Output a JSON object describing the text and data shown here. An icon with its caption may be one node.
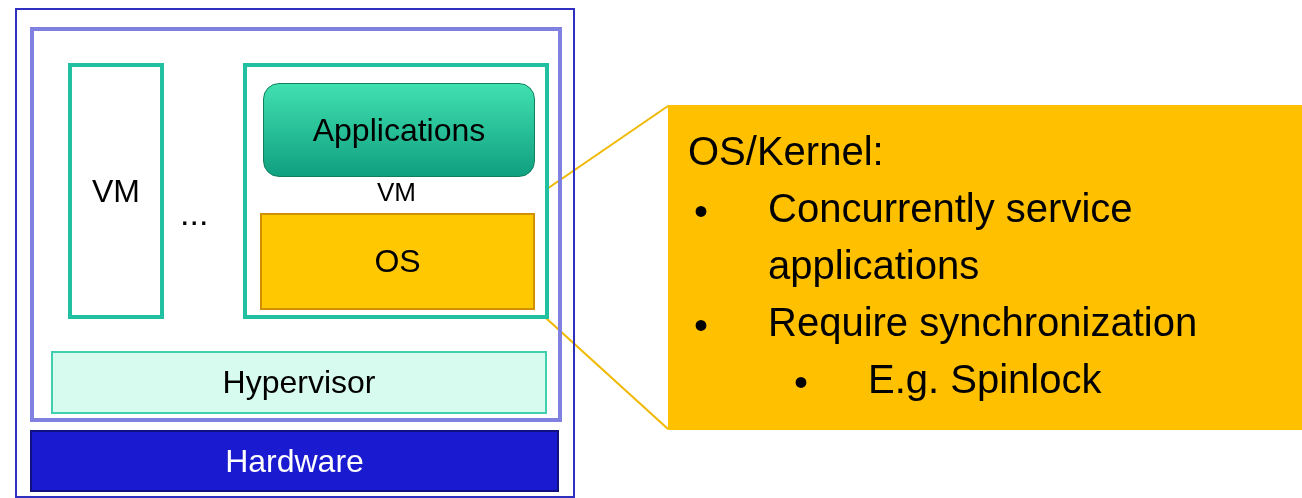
{
  "diagram": {
    "nodes": [
      {
        "text": [],
        "shape": "box"
      },
      {
        "text": [],
        "shape": "box",
        "in": 0
      },
      {
        "text": [
          "VM"
        ],
        "in": 1
      },
      {
        "text": [
          "VM"
        ],
        "in": 1
      },
      {
        "text": [
          "Applications"
        ],
        "in": 3
      },
      {
        "text": [
          "OS"
        ],
        "in": 3
      },
      {
        "text": [
          "Hypervisor"
        ],
        "in": 1
      },
      {
        "text": [
          "Hardware"
        ],
        "in": 0
      },
      {
        "text": [
          "OS/Kernel:",
          "Concurrently service applications",
          "Require synchronization",
          "E.g. Spinlock"
        ]
      }
    ],
    "edges": [
      {
        "from": 5,
        "to": 8,
        "arrow": "none"
      },
      {
        "from": 5,
        "to": 8,
        "arrow": "none"
      }
    ],
    "labels": [
      "...",
      "•",
      "•",
      "•"
    ]
  }
}
